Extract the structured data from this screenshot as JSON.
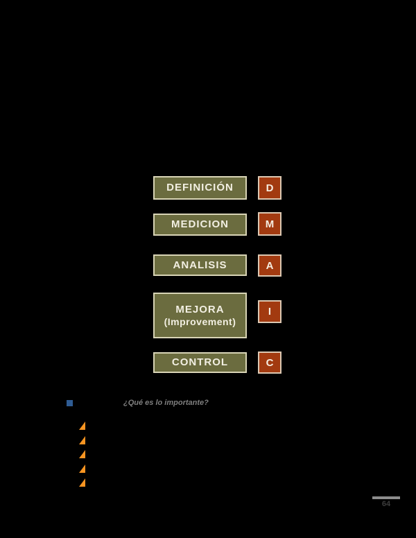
{
  "page": {
    "background_color": "#000000",
    "description": "Black slide page showing DMAIC methodology diagram"
  },
  "diagram": {
    "steps": [
      {
        "label": "DEFINICIÓN",
        "letter": "D"
      },
      {
        "label": "MEDICION",
        "letter": "M"
      },
      {
        "label": "ANALISIS",
        "letter": "A"
      },
      {
        "label": "MEJORA",
        "sublabel": "(Improvement)",
        "letter": "I"
      },
      {
        "label": "CONTROL",
        "letter": "C"
      }
    ],
    "colors": {
      "step_fill": "#6b6c3f",
      "step_border": "#d8d4b6",
      "letter_fill": "#a23a10",
      "letter_border": "#dcc8b2",
      "text": "#f2efe2"
    }
  },
  "question": {
    "text": "¿Qué es lo importante?",
    "bullet_color": "#2f5c94",
    "text_color": "#7f7f7f"
  },
  "bullets": {
    "count": 5,
    "icon": "arrow-triangle-icon",
    "color": "#f79421"
  },
  "footer": {
    "page_number": "64",
    "line_color": "#8c8c8c",
    "number_color": "#3d3d3d"
  }
}
